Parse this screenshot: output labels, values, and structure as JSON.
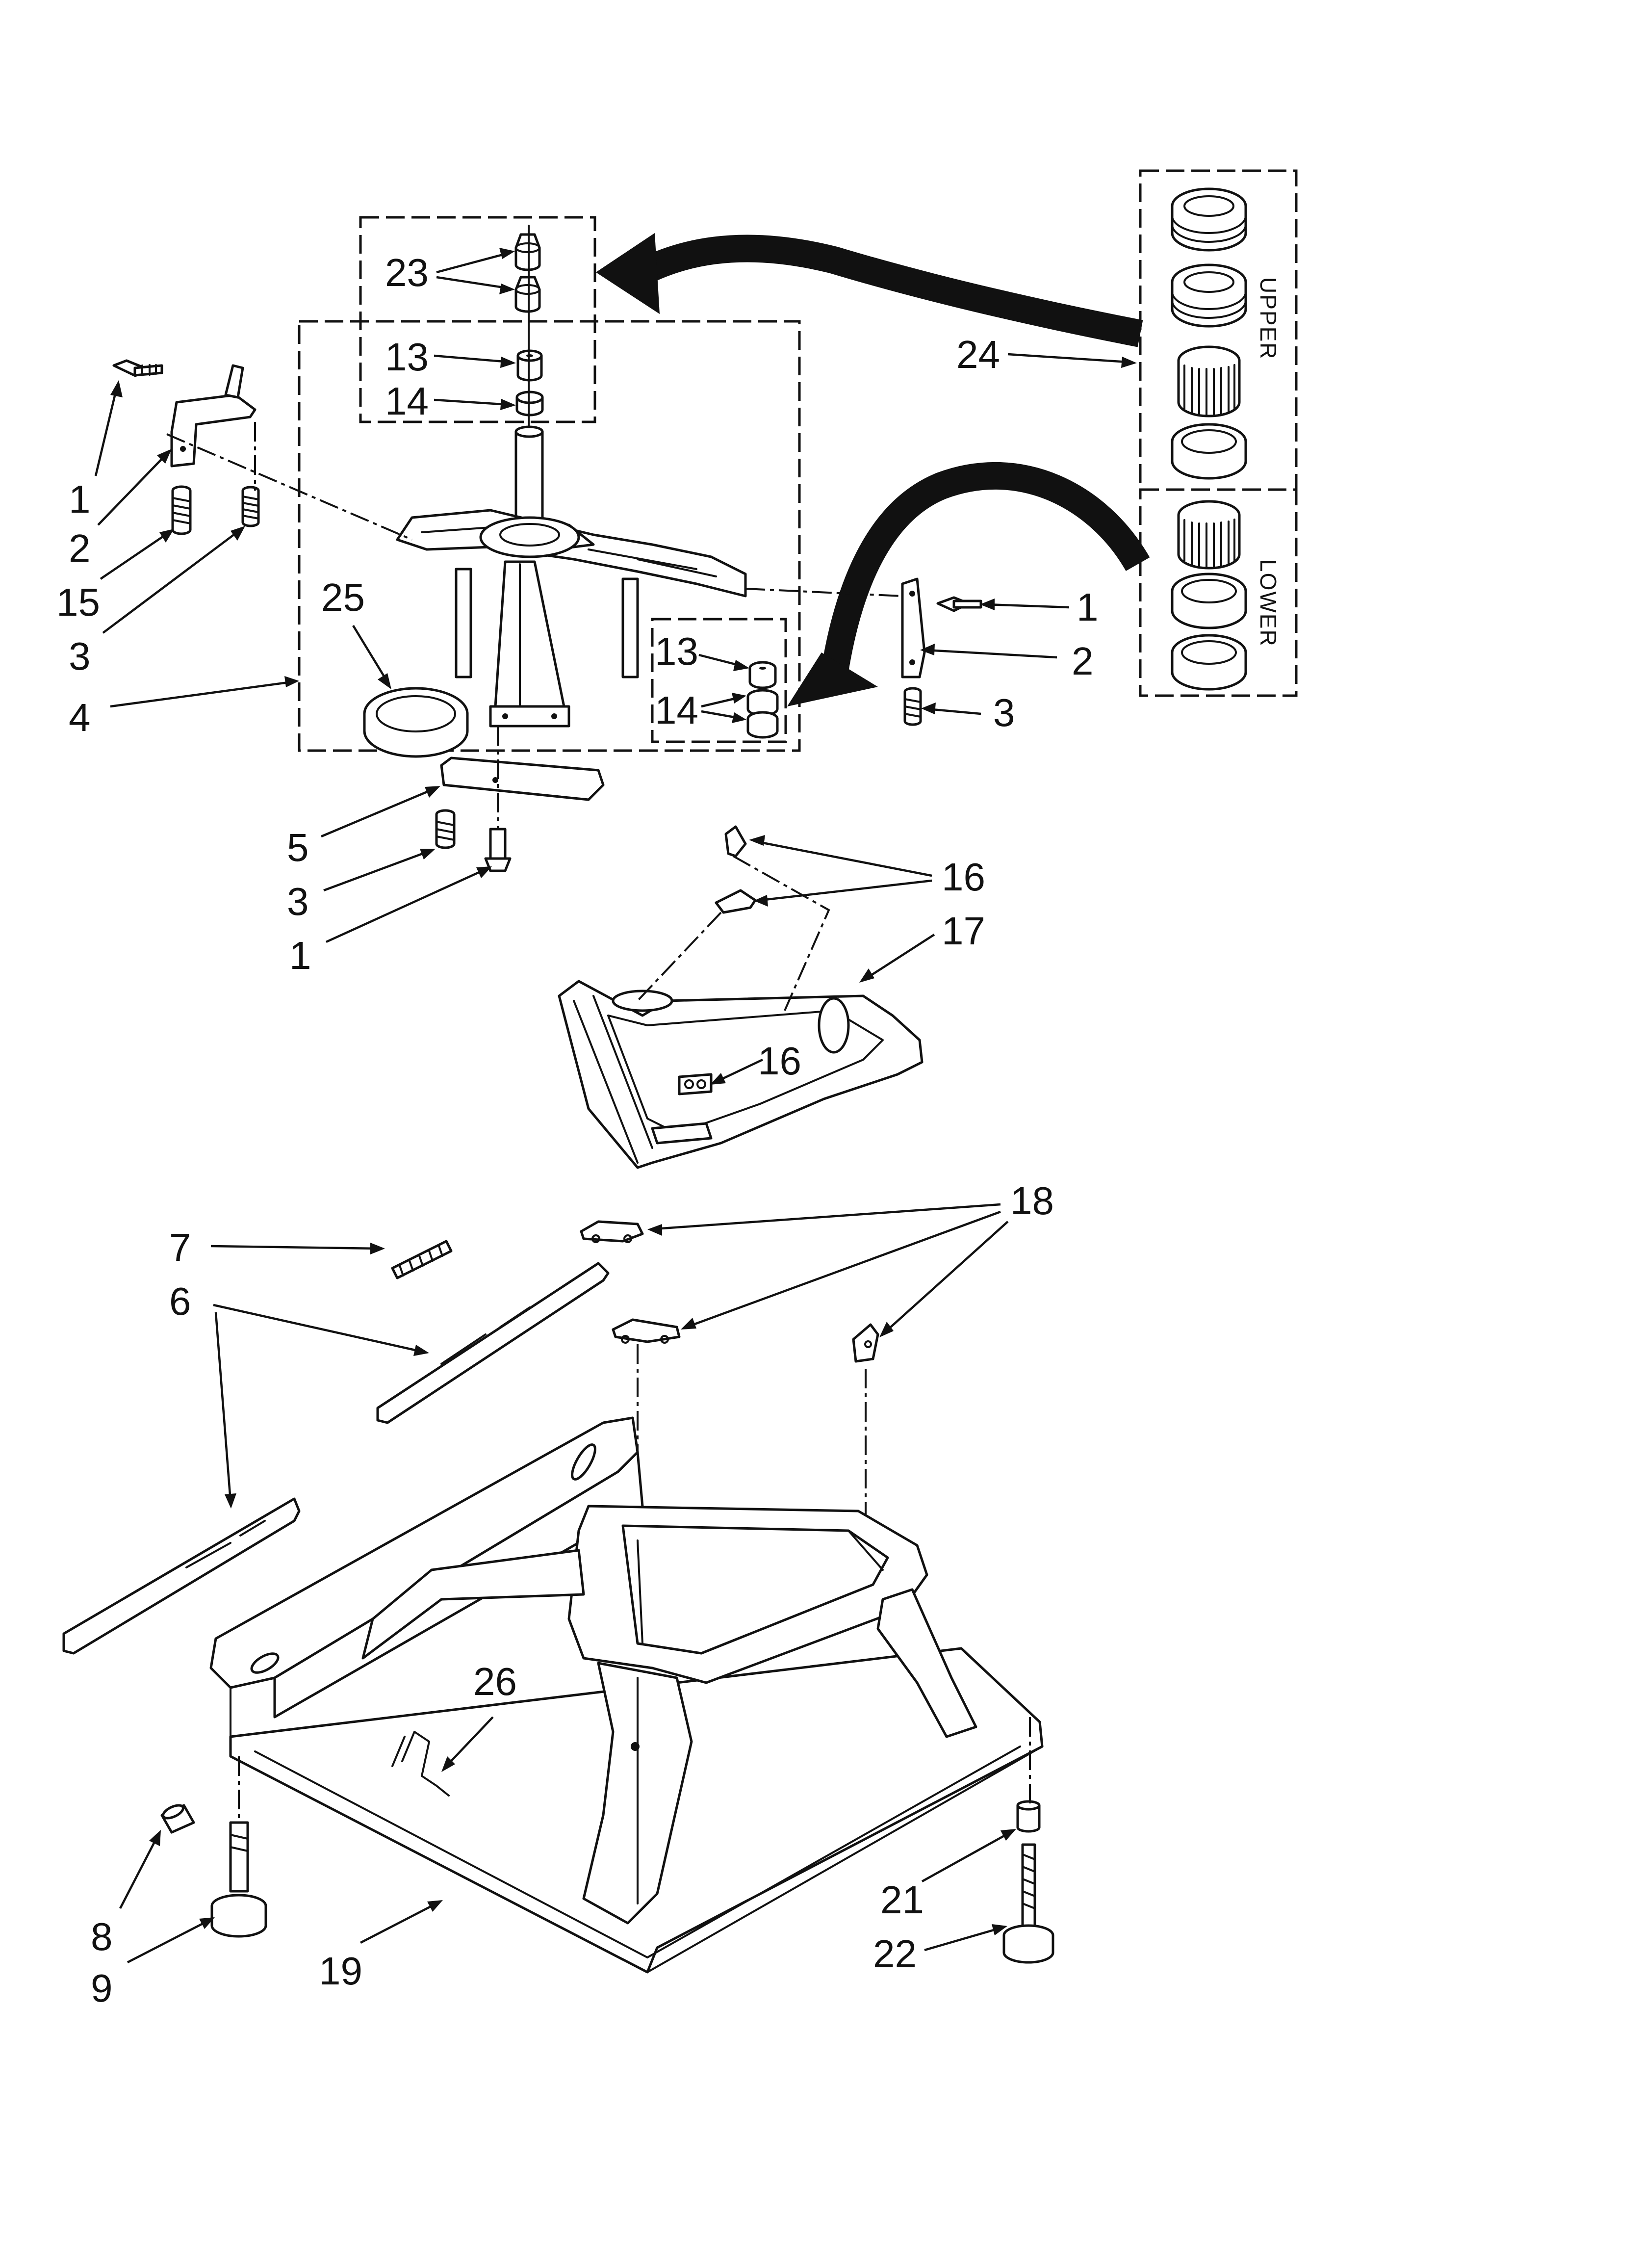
{
  "callouts": [
    {
      "id": "c23",
      "text": "23"
    },
    {
      "id": "c13a",
      "text": "13"
    },
    {
      "id": "c14a",
      "text": "14"
    },
    {
      "id": "c24",
      "text": "24"
    },
    {
      "id": "c1a",
      "text": "1"
    },
    {
      "id": "c2a",
      "text": "2"
    },
    {
      "id": "c15",
      "text": "15"
    },
    {
      "id": "c3a",
      "text": "3"
    },
    {
      "id": "c4",
      "text": "4"
    },
    {
      "id": "c25",
      "text": "25"
    },
    {
      "id": "c13b",
      "text": "13"
    },
    {
      "id": "c14b",
      "text": "14"
    },
    {
      "id": "c1b",
      "text": "1"
    },
    {
      "id": "c2b",
      "text": "2"
    },
    {
      "id": "c3b",
      "text": "3"
    },
    {
      "id": "c5",
      "text": "5"
    },
    {
      "id": "c3c",
      "text": "3"
    },
    {
      "id": "c1c",
      "text": "1"
    },
    {
      "id": "c16a",
      "text": "16"
    },
    {
      "id": "c17",
      "text": "17"
    },
    {
      "id": "c16b",
      "text": "16"
    },
    {
      "id": "c18",
      "text": "18"
    },
    {
      "id": "c7",
      "text": "7"
    },
    {
      "id": "c6",
      "text": "6"
    },
    {
      "id": "c26",
      "text": "26"
    },
    {
      "id": "c8",
      "text": "8"
    },
    {
      "id": "c9",
      "text": "9"
    },
    {
      "id": "c19",
      "text": "19"
    },
    {
      "id": "c21",
      "text": "21"
    },
    {
      "id": "c22",
      "text": "22"
    }
  ],
  "kit_labels": {
    "upper": "UPPER",
    "lower": "LOWER"
  }
}
